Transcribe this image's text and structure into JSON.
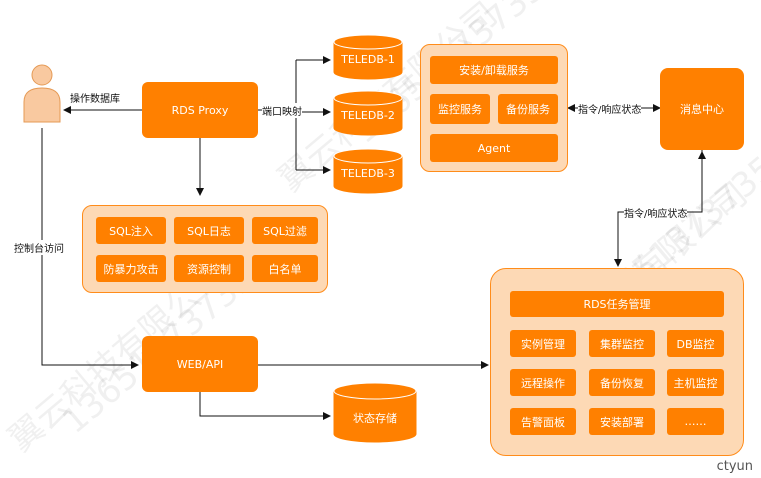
{
  "nodes": {
    "rds_proxy": "RDS Proxy",
    "teledb1": "TELEDB-1",
    "teledb2": "TELEDB-2",
    "teledb3": "TELEDB-3",
    "install_service": "安装/卸载服务",
    "monitor_service": "监控服务",
    "backup_service": "备份服务",
    "agent": "Agent",
    "message_center": "消息中心",
    "web_api": "WEB/API",
    "state_storage": "状态存储",
    "rds_task_mgmt": "RDS任务管理"
  },
  "security_items": [
    "SQL注入",
    "SQL日志",
    "SQL过滤",
    "防暴力攻击",
    "资源控制",
    "白名单"
  ],
  "task_items": [
    "实例管理",
    "集群监控",
    "DB监控",
    "远程操作",
    "备份恢复",
    "主机监控",
    "告警面板",
    "安装部署",
    "……"
  ],
  "edges": {
    "operate_db": "操作数据库",
    "port_mapping": "端口映射",
    "cmd_status_1": "指令/响应状态",
    "cmd_status_2": "指令/响应状态",
    "console_access": "控制台访问"
  },
  "watermark": {
    "line1": "翼云科技有限公司",
    "line2": "13651373735"
  },
  "footer": "ctyun",
  "colors": {
    "accent": "#ff8000",
    "panel": "#fdd9b5",
    "panel_border": "#ff8c1a",
    "user": "#f9c9a0"
  }
}
